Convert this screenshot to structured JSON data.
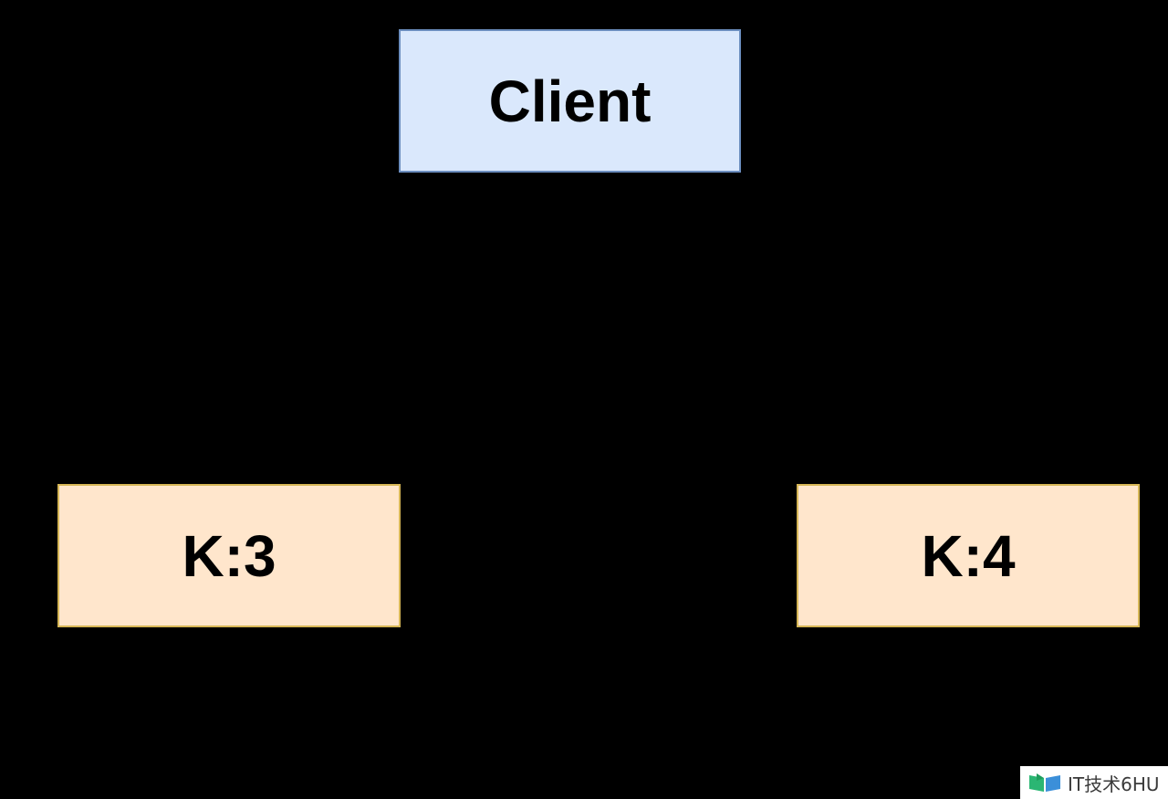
{
  "diagram": {
    "nodes": [
      {
        "id": "client",
        "label": "Client",
        "fill": "#dae8fc",
        "stroke": "#6c8ebf"
      },
      {
        "id": "k3",
        "label": "K:3",
        "fill": "#ffe6cc",
        "stroke": "#d6b656"
      },
      {
        "id": "k4",
        "label": "K:4",
        "fill": "#ffe6cc",
        "stroke": "#d6b656"
      }
    ],
    "background": "#000000"
  },
  "watermark": {
    "text": "IT技术6HU",
    "icon": "book-logo-icon"
  }
}
